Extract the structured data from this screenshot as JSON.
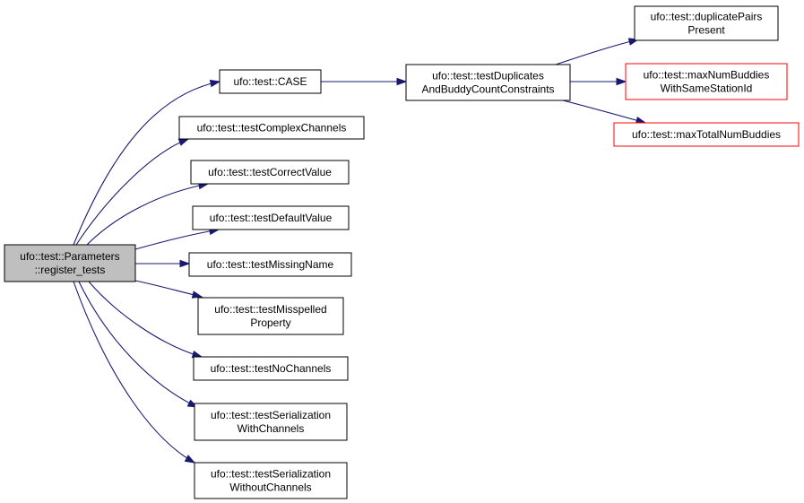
{
  "diagram": {
    "colors": {
      "edge": "#191970",
      "node_border_normal": "#000000",
      "node_border_truncated": "#ff0000",
      "root_fill": "#bfbfbf",
      "node_fill": "#ffffff"
    },
    "nodes": [
      {
        "id": "root",
        "lines": [
          "ufo::test::Parameters",
          "::register_tests"
        ],
        "kind": "root"
      },
      {
        "id": "case",
        "lines": [
          "ufo::test::CASE"
        ],
        "kind": "normal"
      },
      {
        "id": "complex",
        "lines": [
          "ufo::test::testComplexChannels"
        ],
        "kind": "normal"
      },
      {
        "id": "correct",
        "lines": [
          "ufo::test::testCorrectValue"
        ],
        "kind": "normal"
      },
      {
        "id": "default",
        "lines": [
          "ufo::test::testDefaultValue"
        ],
        "kind": "normal"
      },
      {
        "id": "missingname",
        "lines": [
          "ufo::test::testMissingName"
        ],
        "kind": "normal"
      },
      {
        "id": "misspelled",
        "lines": [
          "ufo::test::testMisspelled",
          "Property"
        ],
        "kind": "normal"
      },
      {
        "id": "nochannels",
        "lines": [
          "ufo::test::testNoChannels"
        ],
        "kind": "normal"
      },
      {
        "id": "serwith",
        "lines": [
          "ufo::test::testSerialization",
          "WithChannels"
        ],
        "kind": "normal"
      },
      {
        "id": "serwithout",
        "lines": [
          "ufo::test::testSerialization",
          "WithoutChannels"
        ],
        "kind": "normal"
      },
      {
        "id": "dupbuddy",
        "lines": [
          "ufo::test::testDuplicates",
          "AndBuddyCountConstraints"
        ],
        "kind": "normal"
      },
      {
        "id": "duppairs",
        "lines": [
          "ufo::test::duplicatePairs",
          "Present"
        ],
        "kind": "normal"
      },
      {
        "id": "maxnum",
        "lines": [
          "ufo::test::maxNumBuddies",
          "WithSameStationId"
        ],
        "kind": "truncated"
      },
      {
        "id": "maxtotal",
        "lines": [
          "ufo::test::maxTotalNumBuddies"
        ],
        "kind": "truncated"
      }
    ],
    "edges": [
      {
        "from": "root",
        "to": "case"
      },
      {
        "from": "root",
        "to": "complex"
      },
      {
        "from": "root",
        "to": "correct"
      },
      {
        "from": "root",
        "to": "default"
      },
      {
        "from": "root",
        "to": "missingname"
      },
      {
        "from": "root",
        "to": "misspelled"
      },
      {
        "from": "root",
        "to": "nochannels"
      },
      {
        "from": "root",
        "to": "serwith"
      },
      {
        "from": "root",
        "to": "serwithout"
      },
      {
        "from": "case",
        "to": "dupbuddy"
      },
      {
        "from": "dupbuddy",
        "to": "duppairs"
      },
      {
        "from": "dupbuddy",
        "to": "maxnum"
      },
      {
        "from": "dupbuddy",
        "to": "maxtotal"
      }
    ]
  }
}
